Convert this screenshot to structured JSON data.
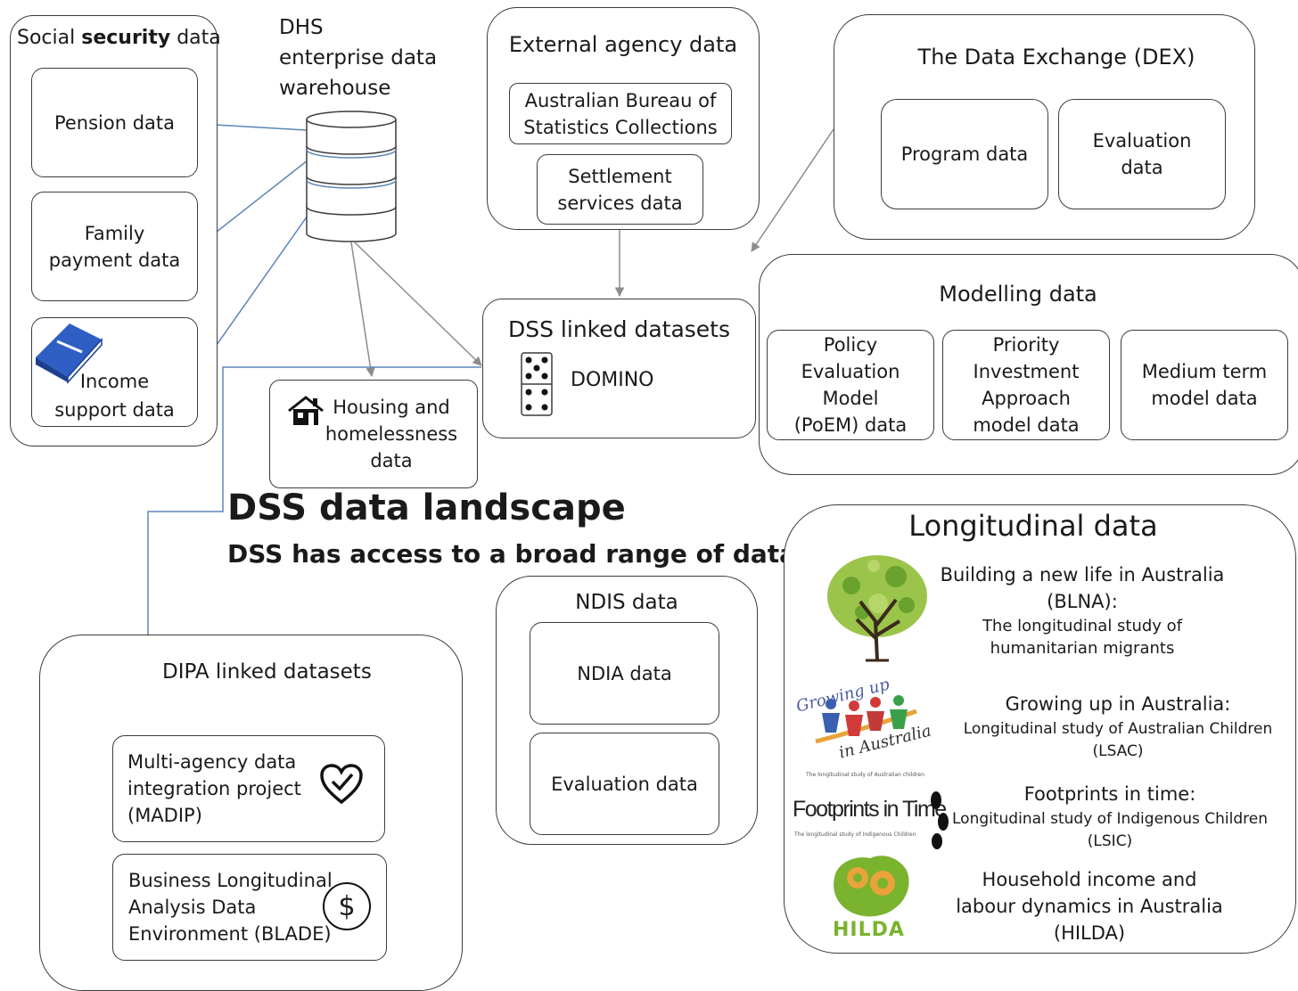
{
  "social_security": {
    "title_prefix": "Social ",
    "title_bold": "security",
    "title_suffix": " data",
    "items": [
      "Pension data",
      "Family\npayment data",
      "Income\nsupport data"
    ]
  },
  "dhs": {
    "label": "DHS\nenterprise data\nwarehouse"
  },
  "external": {
    "title": "External agency data",
    "items": [
      "Australian Bureau of\nStatistics Collections",
      "Settlement\nservices data"
    ]
  },
  "dex": {
    "title": "The Data Exchange (DEX)",
    "items": [
      "Program data",
      "Evaluation\ndata"
    ]
  },
  "dss_linked": {
    "title": "DSS linked datasets",
    "domino": "DOMINO"
  },
  "housing": {
    "label": "Housing and\nhomelessness\ndata"
  },
  "modelling": {
    "title": "Modelling data",
    "items": [
      "Policy\nEvaluation\nModel\n(PoEM) data",
      "Priority\nInvestment\nApproach\nmodel data",
      "Medium term\nmodel data"
    ]
  },
  "headline": {
    "title": "DSS data landscape",
    "subtitle": "DSS has access to a broad range of data"
  },
  "ndis": {
    "title": "NDIS data",
    "items": [
      "NDIA data",
      "Evaluation data"
    ]
  },
  "dipa": {
    "title": "DIPA linked datasets",
    "items": [
      "Multi-agency data\nintegration project\n(MADIP)",
      "Business Longitudinal\nAnalysis Data\nEnvironment  (BLADE)"
    ],
    "dollar": "$"
  },
  "longitudinal": {
    "title": "Longitudinal data",
    "studies": [
      {
        "name": "Building a new life in Australia\n(BLNA):",
        "desc": "The longitudinal study of\nhumanitarian migrants"
      },
      {
        "name": "Growing  up in Australia:",
        "desc": "Longitudinal study of Australian Children\n(LSAC)"
      },
      {
        "name": "Footprints  in time:",
        "desc": "Longitudinal study of Indigenous Children\n(LSIC)"
      },
      {
        "name": "Household income and\nlabour dynamics in Australia\n(HILDA)",
        "desc": ""
      }
    ],
    "logos": {
      "growing_up_top": "Growing up",
      "growing_up_bottom": "in Australia",
      "growing_up_caption": "The longitudinal study of Australian children",
      "footprints": "Footprints in Time",
      "footprints_caption": "The longitudinal study of Indigenous Children",
      "hilda": "HILDA"
    }
  },
  "colors": {
    "arrow": "#5b86b8",
    "border": "#3c3c3c",
    "book": "#2f5fc4",
    "hilda_green": "#7ab32e",
    "hilda_orange": "#e8a33a"
  }
}
